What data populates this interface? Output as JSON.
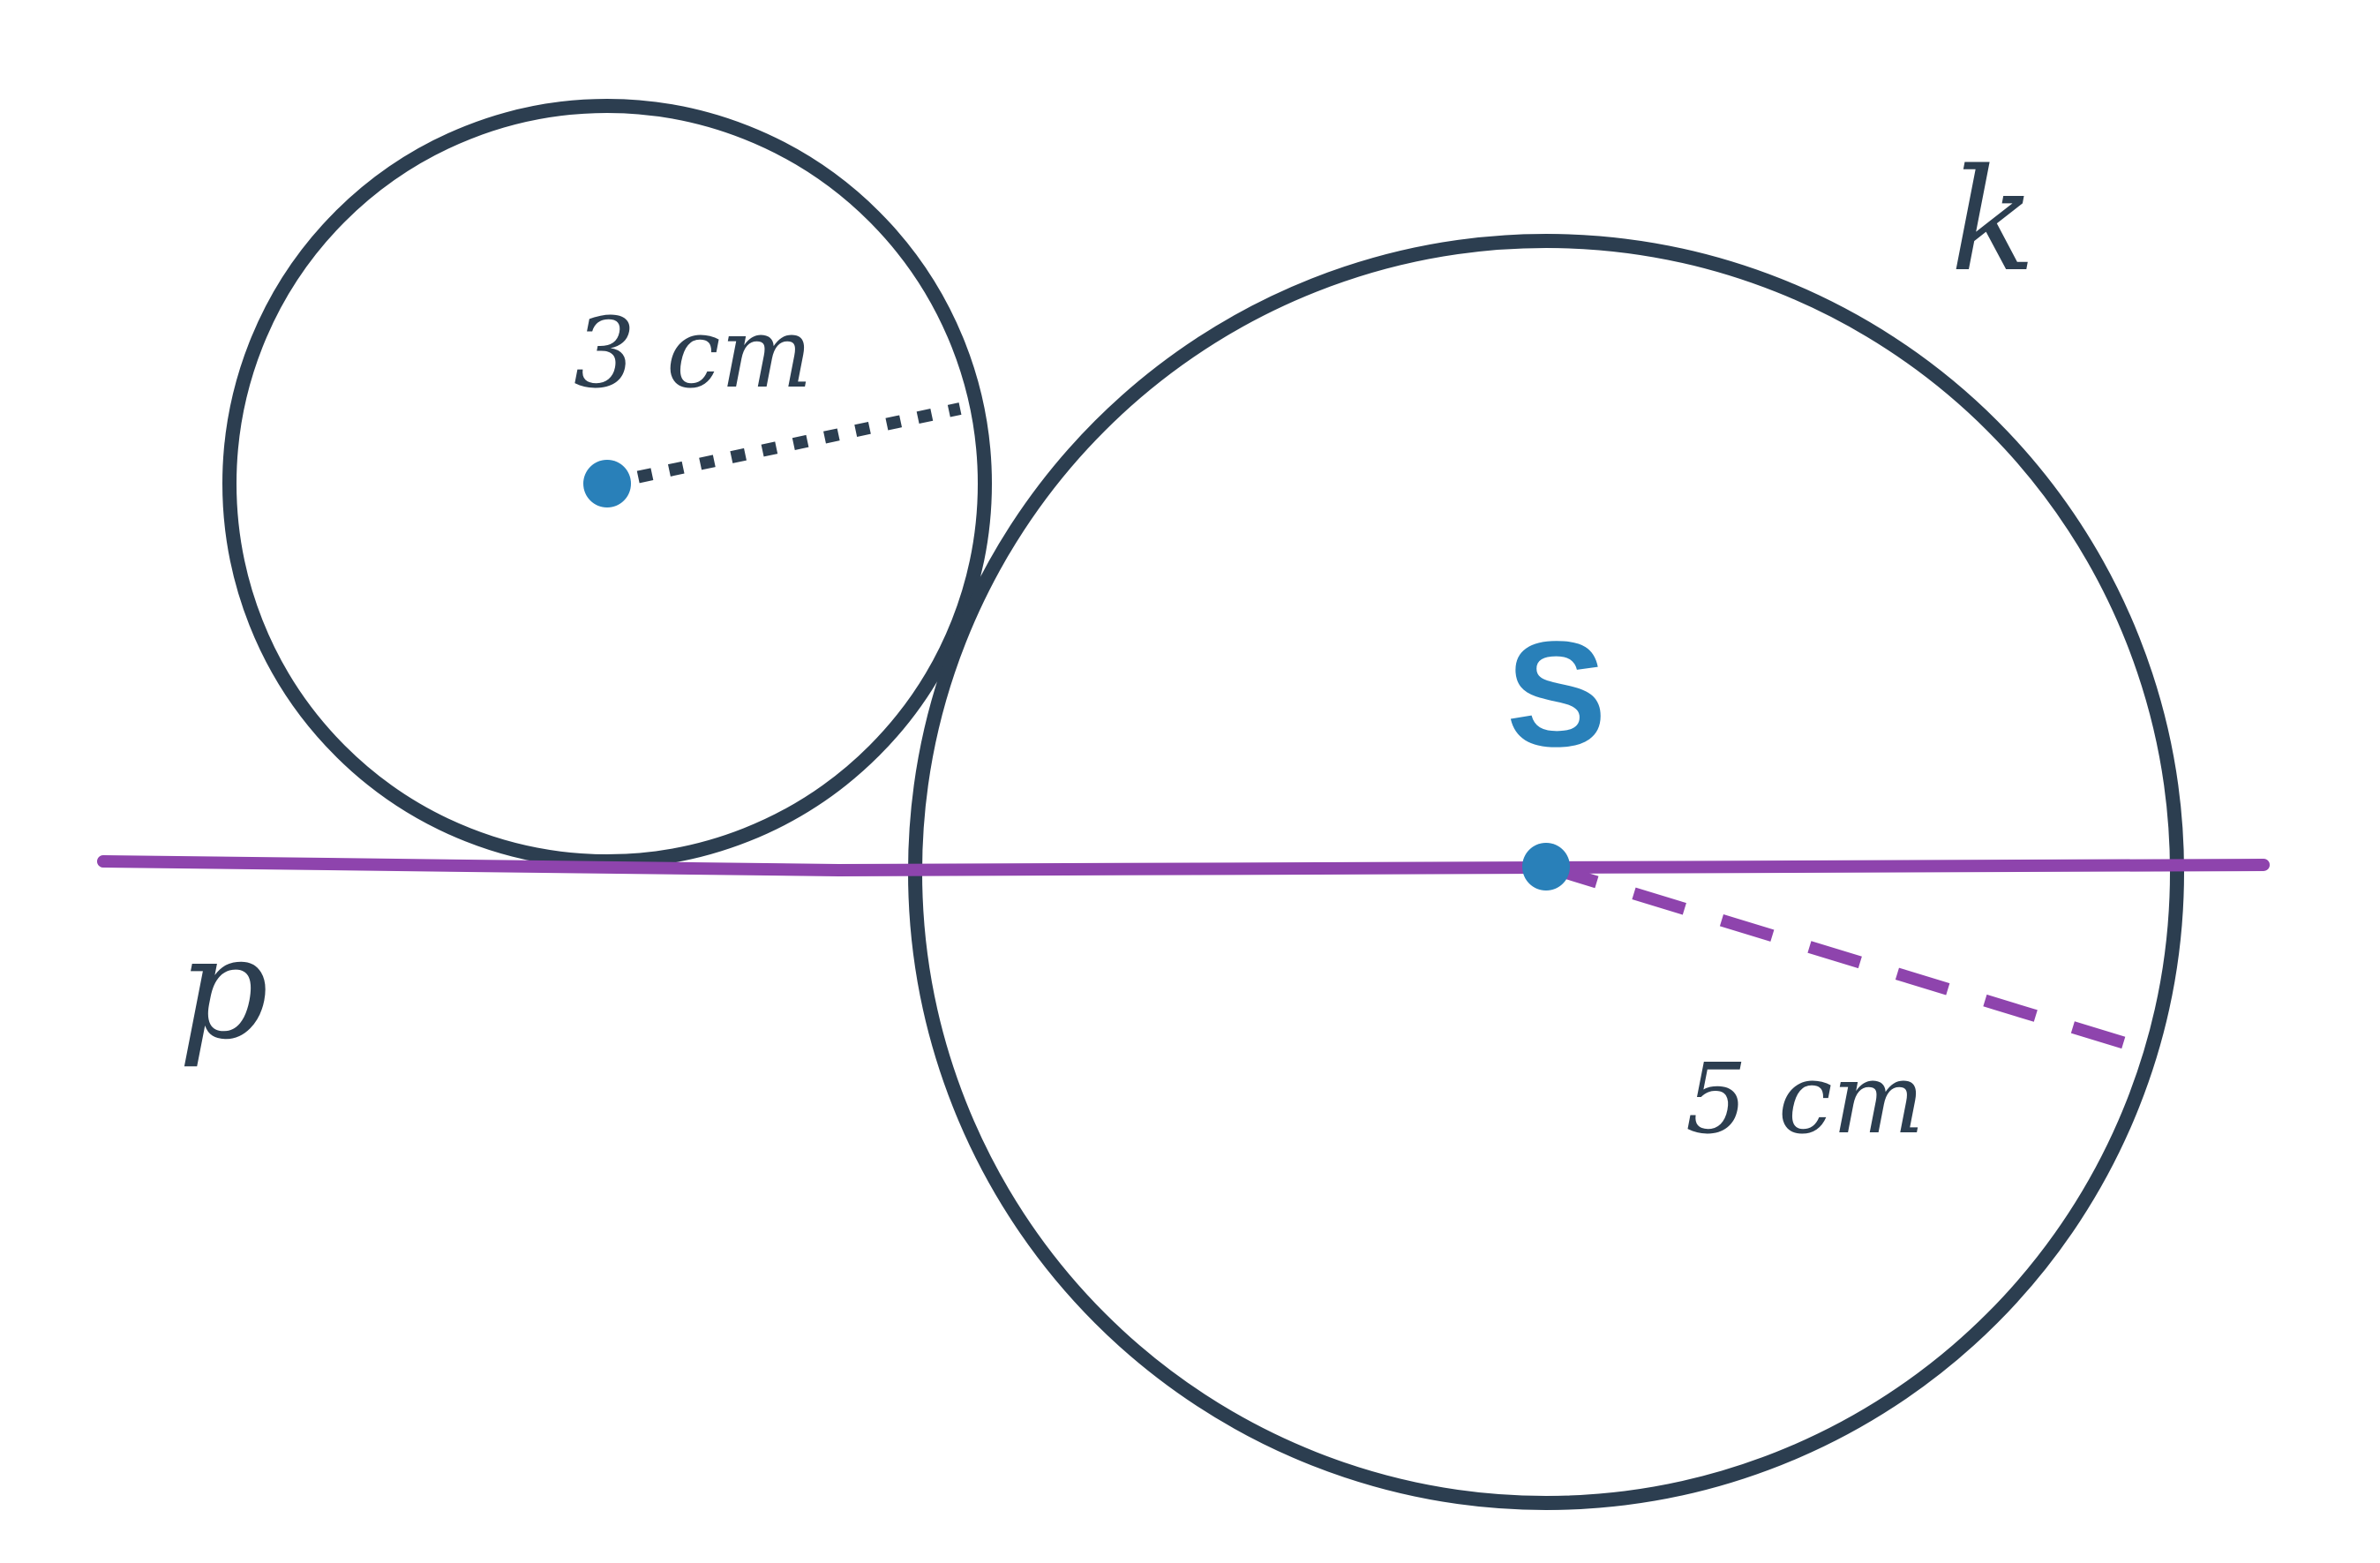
{
  "colors": {
    "circle_stroke": "#2c3e50",
    "line_p": "#8e44ad",
    "point": "#2980b9",
    "text_dark": "#2c3e50",
    "label_s": "#2980b9"
  },
  "labels": {
    "small_radius": "3 cm",
    "large_radius": "5 cm",
    "circle_k": "k",
    "line_p": "p",
    "center_s": "S"
  }
}
